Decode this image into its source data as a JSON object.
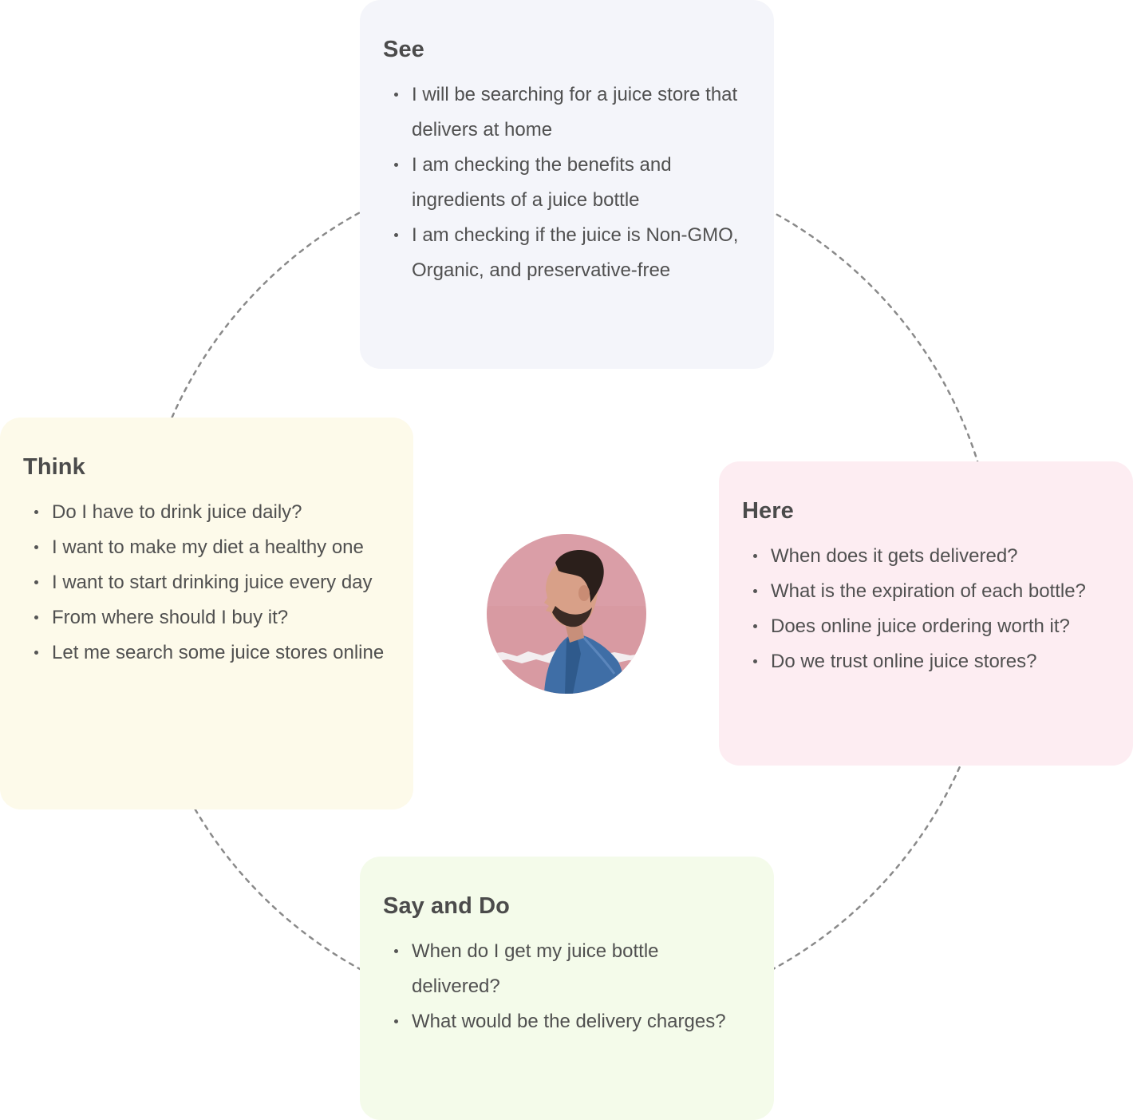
{
  "diagram": {
    "colors": {
      "see_bg": "#f4f5fa",
      "think_bg": "#fdfaea",
      "here_bg": "#fdedf2",
      "say_bg": "#f4fbea",
      "ring": "#8a8a8a",
      "text": "#505050",
      "heading": "#4b4b4b"
    },
    "center": {
      "avatar": "person-profile-photo"
    },
    "sections": {
      "see": {
        "title": "See",
        "items": [
          "I will be searching for a juice store that delivers at home",
          "I am checking the benefits and ingredients of a juice bottle",
          "I am checking if the juice is Non-GMO, Organic, and preservative-free"
        ]
      },
      "think": {
        "title": "Think",
        "items": [
          "Do I have to drink juice daily?",
          "I want to make my diet a healthy one",
          "I want to start drinking juice every day",
          "From where should I buy it?",
          "Let me search some juice stores online"
        ]
      },
      "here": {
        "title": "Here",
        "items": [
          "When does it gets delivered?",
          "What is the expiration of each bottle?",
          "Does online juice ordering worth it?",
          "Do we trust online juice stores?"
        ]
      },
      "say": {
        "title": "Say and Do",
        "items": [
          "When do I get my juice bottle delivered?",
          "What would be the delivery charges?"
        ]
      }
    }
  }
}
